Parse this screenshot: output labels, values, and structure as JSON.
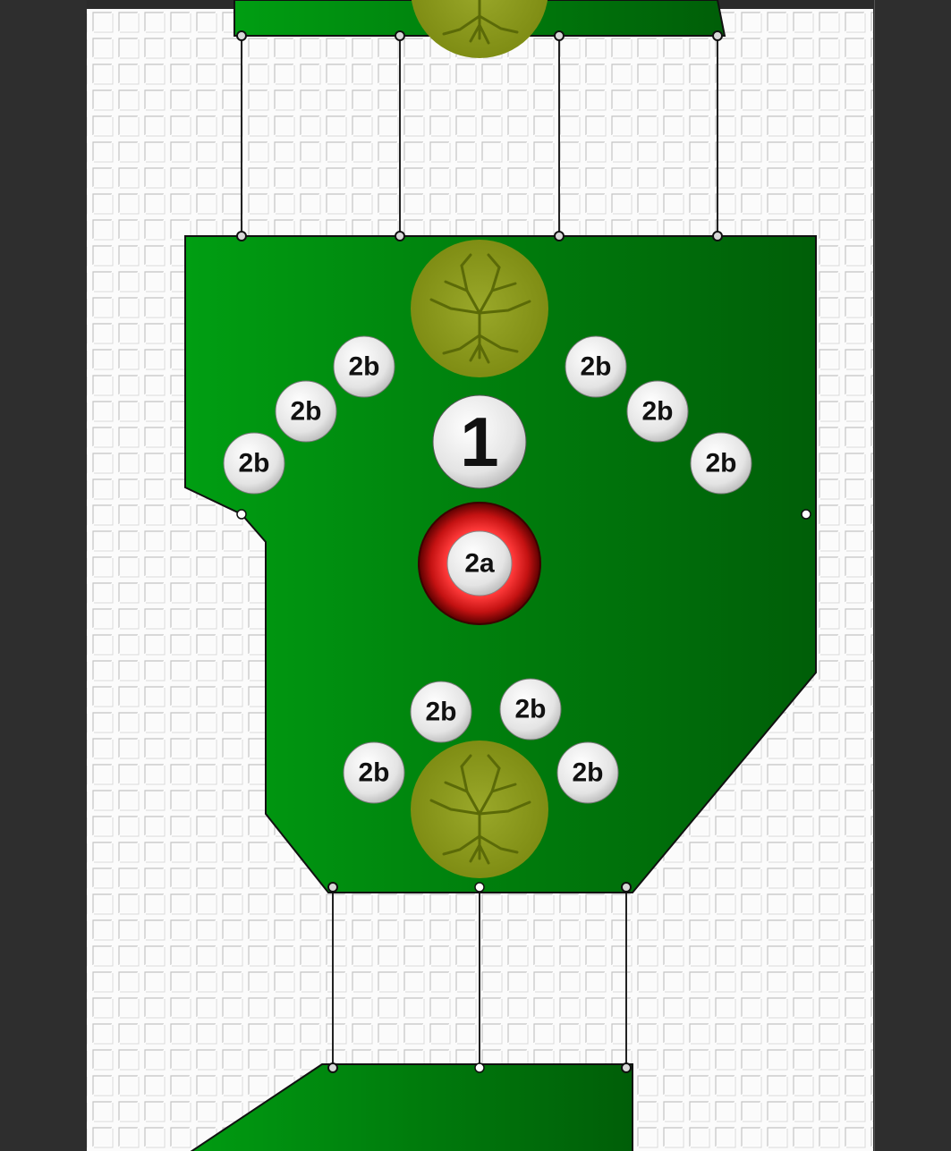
{
  "board": {
    "background_color": "#fbfbfb",
    "tile_line_color": "#c8c8c8",
    "panel_color": "#2e2e2e",
    "platform_color": "#008a0a",
    "platform_edge_color": "#111111"
  },
  "center_marker": {
    "label": "1",
    "kind": "white-circle"
  },
  "target_marker": {
    "label": "2a",
    "kind": "red-ring",
    "color": "#c41212"
  },
  "spawn_markers": [
    {
      "label": "2b"
    },
    {
      "label": "2b"
    },
    {
      "label": "2b"
    },
    {
      "label": "2b"
    },
    {
      "label": "2b"
    },
    {
      "label": "2b"
    },
    {
      "label": "2b"
    },
    {
      "label": "2b"
    },
    {
      "label": "2b"
    },
    {
      "label": "2b"
    }
  ],
  "tree_icons": [
    {
      "icon": "tree-circle-icon",
      "color": "#8c9a1a"
    },
    {
      "icon": "tree-circle-icon",
      "color": "#8c9a1a"
    },
    {
      "icon": "tree-circle-icon",
      "color": "#8c9a1a"
    }
  ]
}
